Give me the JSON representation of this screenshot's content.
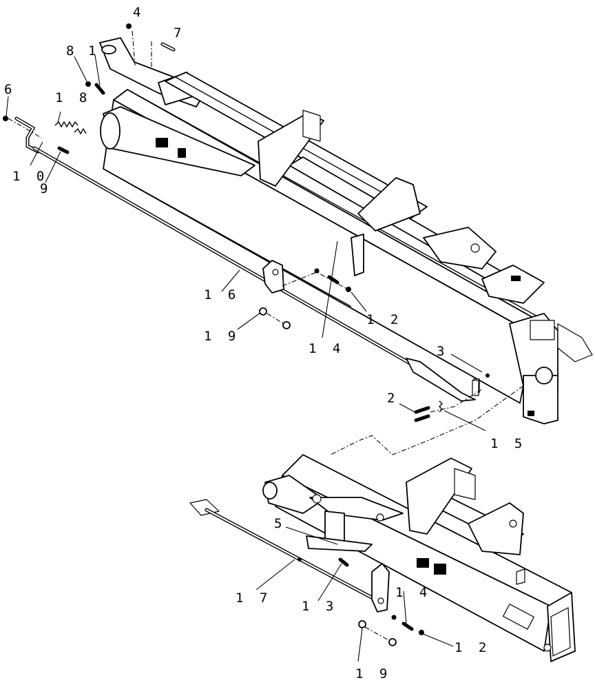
{
  "diagram": {
    "callouts": {
      "c4": "4",
      "c7": "7",
      "c8": "8",
      "c1": "1",
      "c6": "6",
      "c18": "1 8",
      "c10": "1 0",
      "c9": "9",
      "c16": "1 6",
      "c12_top": "1 2",
      "c19_top": "1 9",
      "c14_top": "1 4",
      "c3": "3",
      "c2": "2",
      "c15": "1 5",
      "c5": "5",
      "c17": "1 7",
      "c13": "1 3",
      "c14_bottom": "1 4",
      "c12_bottom": "1 2",
      "c19_bottom": "1 9"
    }
  }
}
